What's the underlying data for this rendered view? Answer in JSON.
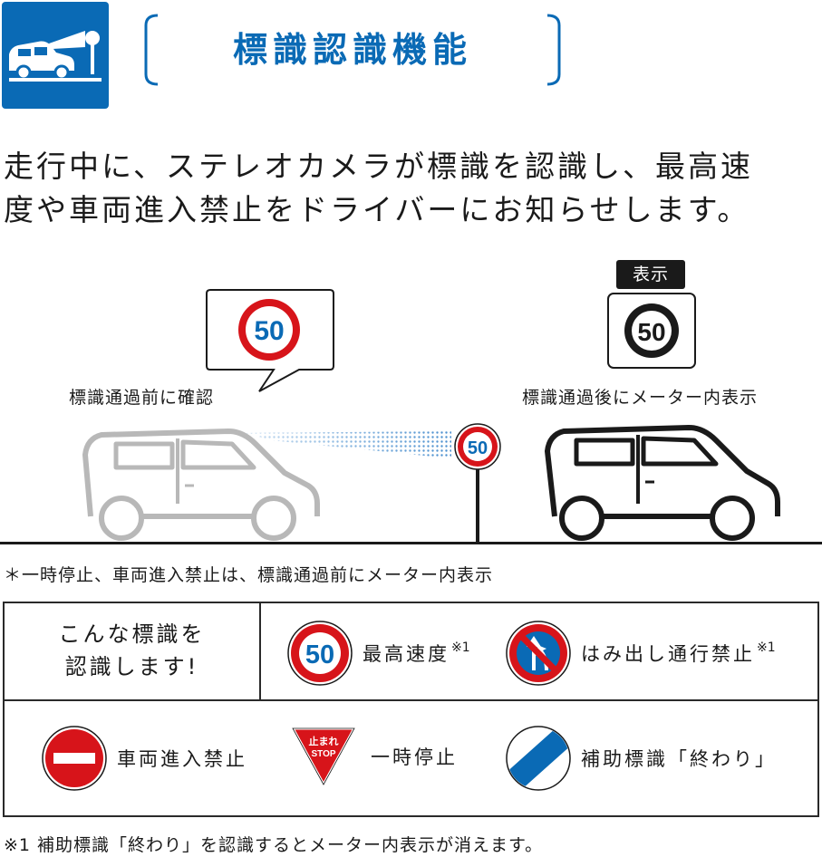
{
  "header": {
    "title": "標識認識機能",
    "icon": "car-camera-sign-icon",
    "accent_color": "#0a6ab5"
  },
  "lead": {
    "line1": "走行中に、ステレオカメラが標識を認識し、最高速",
    "line2": "度や車両進入禁止をドライバーにお知らせします。"
  },
  "illustration": {
    "bubble_sign_value": "50",
    "roadside_sign_value": "50",
    "meter_sign_value": "50",
    "display_badge": "表示",
    "caption_before": "標識通過前に確認",
    "caption_after": "標識通過後にメーター内表示",
    "sign_red": "#d7141a",
    "sign_blue": "#0a6ab5"
  },
  "note1": "＊一時停止、車両進入禁止は、標識通過前にメーター内表示",
  "signs": {
    "intro_line1": "こんな標識を",
    "intro_line2": "認識します!",
    "items": [
      {
        "label": "最高速度",
        "note": "※1",
        "icon": "speed-limit-sign-icon",
        "value": "50"
      },
      {
        "label": "はみ出し通行禁止",
        "note": "※1",
        "icon": "no-overtaking-sign-icon"
      },
      {
        "label": "車両進入禁止",
        "note": "",
        "icon": "no-entry-sign-icon"
      },
      {
        "label": "一時停止",
        "note": "",
        "icon": "stop-sign-icon",
        "sign_text_top": "止まれ",
        "sign_text_bottom": "STOP"
      },
      {
        "label": "補助標識「終わり」",
        "note": "",
        "icon": "end-of-restriction-sign-icon"
      }
    ]
  },
  "footnote": "※1 補助標識「終わり」を認識するとメーター内表示が消えます。"
}
